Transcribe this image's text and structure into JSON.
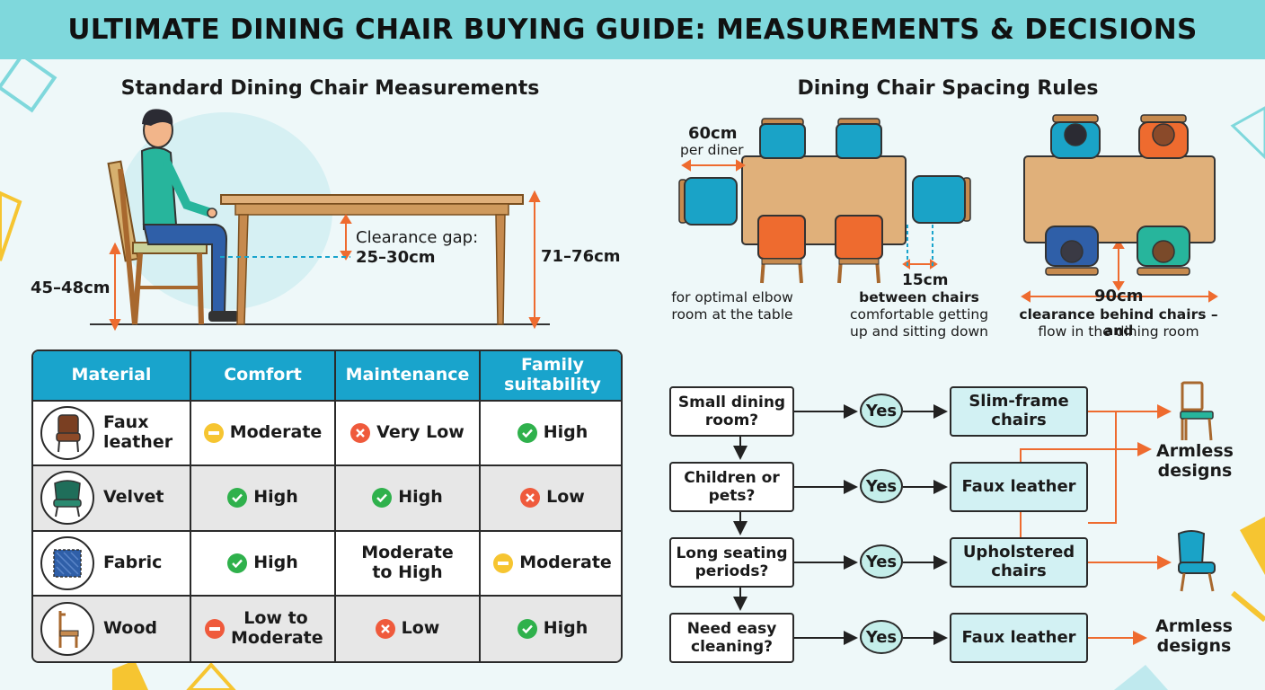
{
  "title": "ULTIMATE DINING CHAIR BUYING GUIDE: MEASUREMENTS & DECISIONS",
  "colors": {
    "title_bar": "#7fd8dc",
    "background": "#eef8f9",
    "accent_orange": "#ee6b2f",
    "table_header": "#19a4cc",
    "table_wood": "#e0b07a",
    "chair_blue": "#1aa3c7",
    "chair_orange": "#ee6b2f",
    "good": "#2fb14c",
    "bad": "#ef5a3c",
    "moderate": "#f6c531"
  },
  "measurements": {
    "title": "Standard Dining Chair Measurements",
    "seat_height": "45–48cm",
    "clearance_line1": "Clearance gap:",
    "clearance_line2": "25–30cm",
    "table_height": "71–76cm"
  },
  "spacing": {
    "title": "Dining Chair Spacing Rules",
    "per_diner_value": "60cm",
    "per_diner_text": "per diner",
    "elbow_line1": "for optimal elbow",
    "elbow_line2": "room at the table",
    "between_value": "15cm",
    "between_line1": "between chairs",
    "between_line2": "comfortable getting",
    "between_line3": "up and sitting down",
    "behind_value": "90cm",
    "behind_line1": "clearance behind chairs – and",
    "behind_line2": "flow in the dining room"
  },
  "material_table": {
    "headers": [
      "Material",
      "Comfort",
      "Maintenance",
      "Family suitability"
    ],
    "rows": [
      {
        "icon": "faux-leather-chair-icon",
        "material": "Faux leather",
        "comfort": {
          "rating": "moderate",
          "text": "Moderate"
        },
        "maintenance": {
          "rating": "bad",
          "text": "Very Low"
        },
        "family": {
          "rating": "good",
          "text": "High"
        }
      },
      {
        "icon": "velvet-chair-icon",
        "material": "Velvet",
        "comfort": {
          "rating": "good",
          "text": "High"
        },
        "maintenance": {
          "rating": "good",
          "text": "High"
        },
        "family": {
          "rating": "bad",
          "text": "Low"
        }
      },
      {
        "icon": "fabric-swatch-icon",
        "material": "Fabric",
        "comfort": {
          "rating": "good",
          "text": "High"
        },
        "maintenance": {
          "rating": "none",
          "text": "Moderate to High"
        },
        "family": {
          "rating": "moderate",
          "text": "Moderate"
        }
      },
      {
        "icon": "wood-chair-icon",
        "material": "Wood",
        "comfort": {
          "rating": "low",
          "text": "Low to Moderate"
        },
        "maintenance": {
          "rating": "bad",
          "text": "Low"
        },
        "family": {
          "rating": "good",
          "text": "High"
        }
      }
    ]
  },
  "flowchart": {
    "steps": [
      {
        "question": "Small dining room?",
        "answer": "Yes",
        "result": "Slim-frame chairs"
      },
      {
        "question": "Children or pets?",
        "answer": "Yes",
        "result": "Faux leather"
      },
      {
        "question": "Long seating periods?",
        "answer": "Yes",
        "result": "Upholstered chairs"
      },
      {
        "question": "Need easy cleaning?",
        "answer": "Yes",
        "result": "Faux leather"
      }
    ],
    "outcome_top": "Armless designs",
    "outcome_bottom": "Armless designs"
  }
}
